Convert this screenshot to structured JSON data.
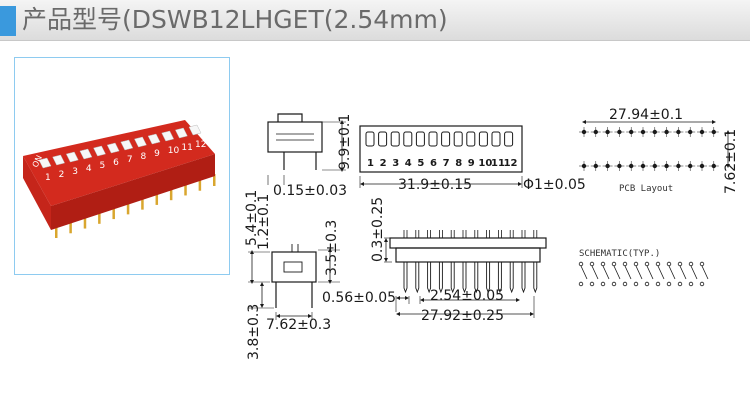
{
  "header": {
    "title": "产品型号(DSWB12LHGET(2.54mm)",
    "accent_color": "#3a99dd"
  },
  "product_photo": {
    "body_color": "#e8392b",
    "on_label": "ON",
    "switch_numbers": [
      "1",
      "2",
      "3",
      "4",
      "5",
      "6",
      "7",
      "8",
      "9",
      "10",
      "11",
      "12"
    ]
  },
  "top_view": {
    "switch_numbers": [
      "1",
      "2",
      "3",
      "4",
      "5",
      "6",
      "7",
      "8",
      "9",
      "10",
      "11",
      "12"
    ]
  },
  "dimensions": {
    "height_top": "9.9±0.1",
    "thickness": "0.15±0.03",
    "body_length": "31.9±0.15",
    "hole_diameter": "Φ1±0.05",
    "pcb_pitch_span": "27.94±0.1",
    "pcb_row_spacing": "7.62±0.1",
    "side_height": "5.4±0.1",
    "actuator_height": "1.2±0.1",
    "pin_length_right": "3.5±0.3",
    "standoff": "0.3±0.25",
    "pin_width": "0.56±0.05",
    "pitch": "2.54±0.05",
    "pin_span": "27.92±0.25",
    "pin_length": "3.8±0.3",
    "row_spacing": "7.62±0.3"
  },
  "pcb_layout": {
    "label": "PCB Layout"
  },
  "schematic": {
    "label": "SCHEMATIC(TYP.)"
  }
}
